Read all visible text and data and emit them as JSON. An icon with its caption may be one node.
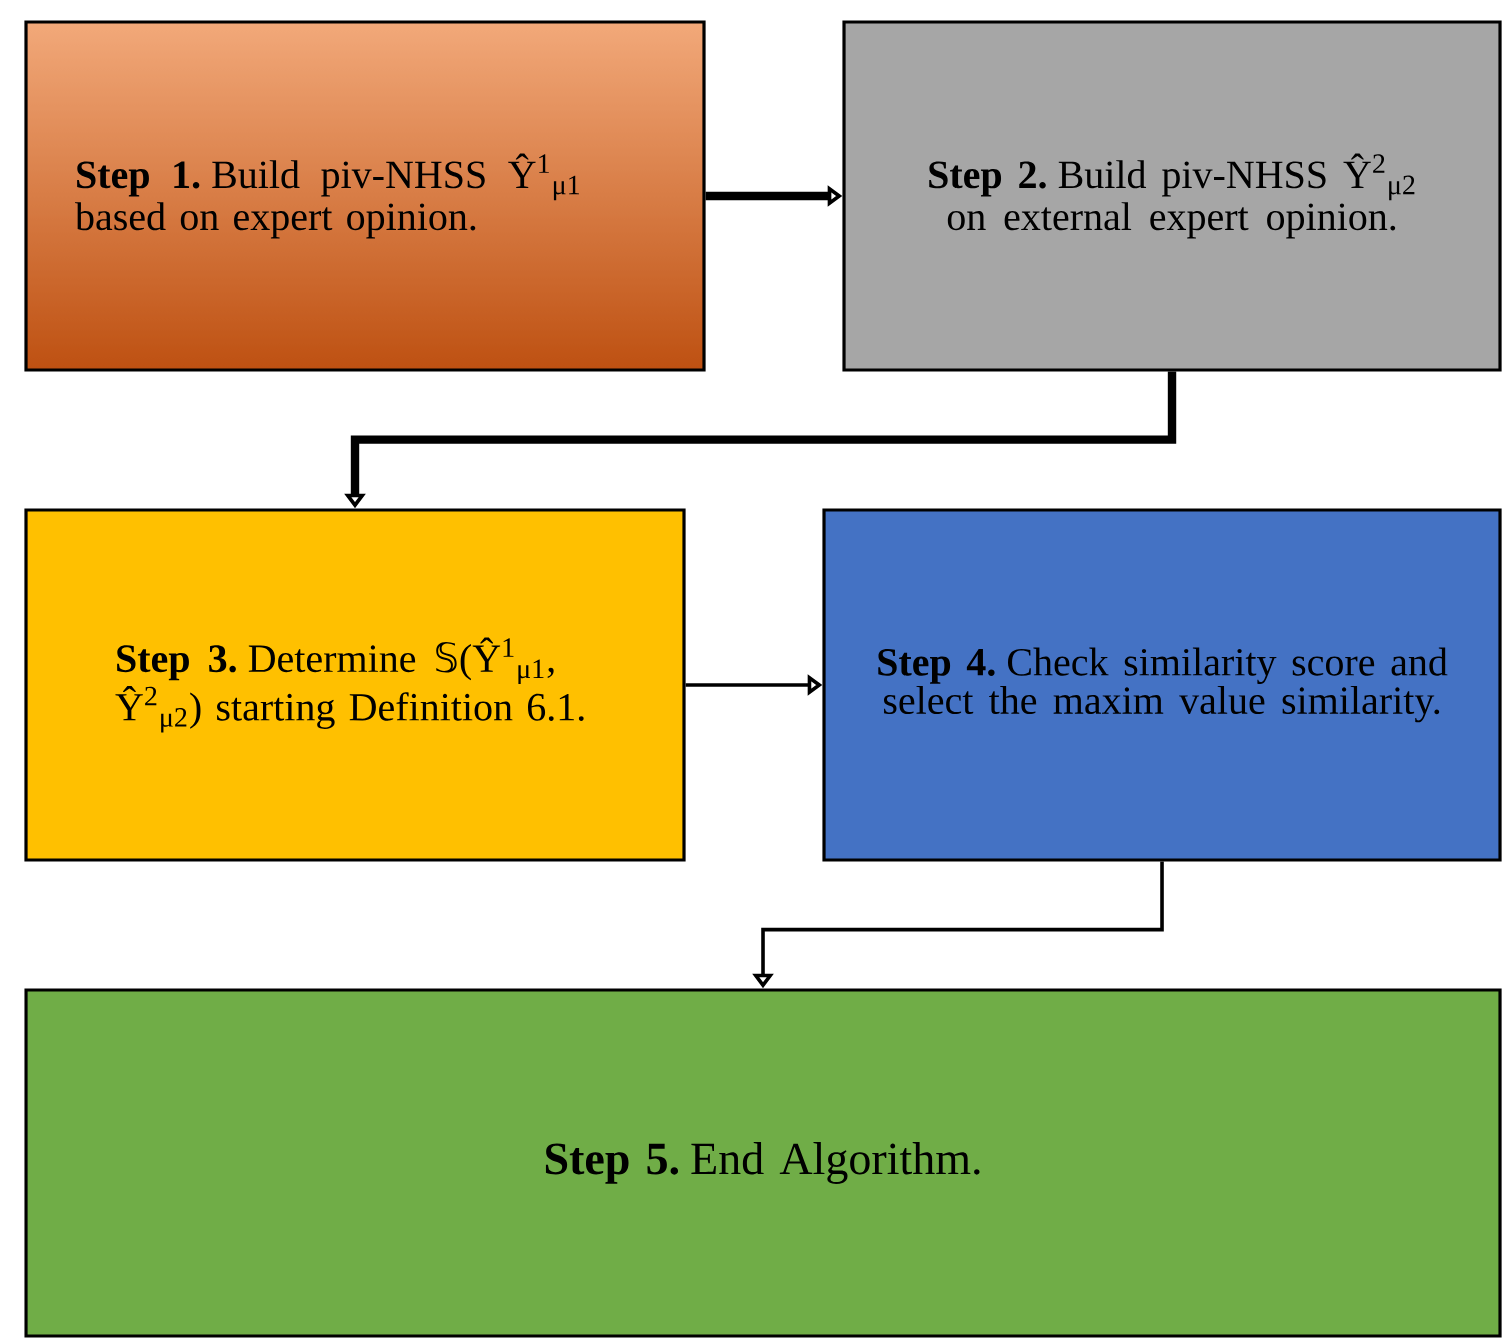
{
  "diagram": {
    "nodes": [
      {
        "text": [
          "**Step 1.** Build  piv-NHSS Ŷ$^{1}$$_{μ1}$ based on expert opinion."
        ]
      },
      {
        "text": [
          "**Step 2.** Build  piv-NHSS Ŷ$^{2}$$_{μ2}$ on external expert opinion."
        ]
      },
      {
        "text": [
          "**Step 3.** Determine 𝕊(Ŷ$^{1}$$_{μ1}$, Ŷ$^{2}$$_{μ2}$) starting Definition 6.1."
        ]
      },
      {
        "text": [
          "**Step 4.** Check similarity score  and select the maxim value similarity."
        ]
      },
      {
        "text": [
          "**Step 5.** End Algorithm."
        ]
      }
    ],
    "edges": [
      {
        "from": 0,
        "to": 1,
        "arrow": "to",
        "style": "thick"
      },
      {
        "from": 1,
        "to": 2,
        "arrow": "to",
        "style": "thick"
      },
      {
        "from": 2,
        "to": 3,
        "arrow": "to"
      },
      {
        "from": 3,
        "to": 4,
        "arrow": "to"
      }
    ]
  }
}
